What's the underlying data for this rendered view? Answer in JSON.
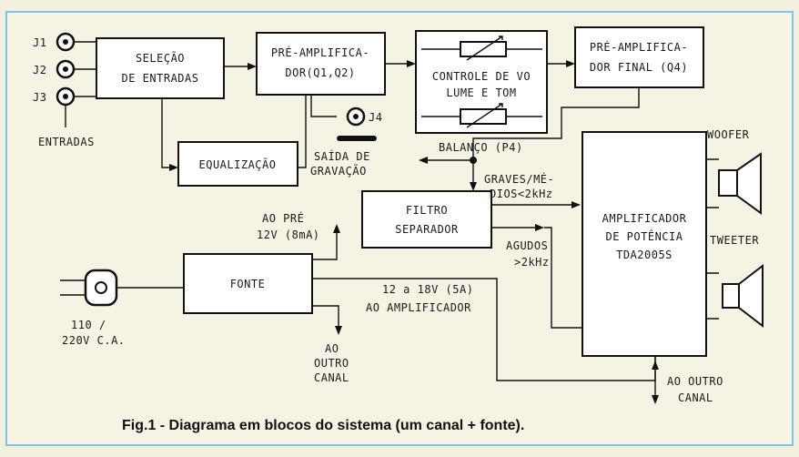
{
  "inputs": {
    "j1": "J1",
    "j2": "J2",
    "j3": "J3",
    "label": "ENTRADAS"
  },
  "blocks": {
    "selecao": [
      "SELEÇÃO",
      "DE ENTRADAS"
    ],
    "pre_amp": [
      "PRÉ-AMPLIFICA-",
      "DOR(Q1,Q2)"
    ],
    "volume": [
      "CONTROLE DE VO",
      "LUME E TOM"
    ],
    "pre_final": [
      "PRÉ-AMPLIFICA-",
      "DOR FINAL (Q4)"
    ],
    "equalizacao": "EQUALIZAÇÃO",
    "filtro": [
      "FILTRO",
      "SEPARADOR"
    ],
    "amplificador": [
      "AMPLIFICADOR",
      "DE POTÊNCIA",
      "TDA2005S"
    ],
    "fonte": "FONTE"
  },
  "labels": {
    "j4": "J4",
    "gravacao": [
      "SAÍDA DE",
      "GRAVAÇÃO"
    ],
    "balanco": "BALANÇO (P4)",
    "graves": [
      "GRAVES/MÉ-",
      "DIOS<2kHz"
    ],
    "agudos": [
      "AGUDOS",
      ">2kHz"
    ],
    "ao_pre": [
      "AO PRÉ",
      "12V (8mA)"
    ],
    "ao_amp": [
      "12 a 18V (5A)",
      "AO AMPLIFICADOR"
    ],
    "ao_outro_canal_fonte": [
      "AO",
      "OUTRO",
      "CANAL"
    ],
    "ao_outro_canal_amp": [
      "AO OUTRO",
      "CANAL"
    ],
    "tensao": [
      "110 /",
      "220V C.A."
    ],
    "woofer": "WOOFER",
    "tweeter": "TWEETER"
  },
  "caption": "Fig.1 - Diagrama em blocos do sistema (um canal + fonte)."
}
